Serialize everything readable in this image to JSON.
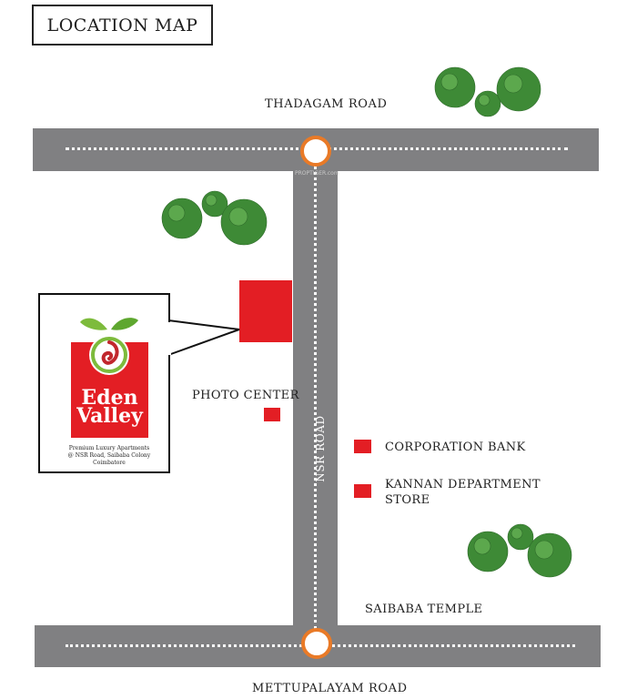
{
  "title": "LOCATION MAP",
  "roads": {
    "top": "THADAGAM ROAD",
    "bottom": "METTUPALAYAM ROAD",
    "vertical": "NSR ROAD"
  },
  "landmarks": {
    "photo_center": "PHOTO CENTER",
    "corporation_bank": "CORPORATION BANK",
    "kannan_line1": "KANNAN DEPARTMENT",
    "kannan_line2": "STORE",
    "saibaba_temple": "SAIBABA TEMPLE"
  },
  "callout": {
    "brand_line1": "Eden",
    "brand_line2": "Valley",
    "tagline1": "Premium Luxury Apartments",
    "tagline2": "@ NSR Road, Saibaba Colony",
    "tagline3": "Coimbatore"
  },
  "watermark": "PROPTIGER.com",
  "colors": {
    "road": "#808082",
    "marker": "#e31e24",
    "junction_ring": "#e97a27",
    "tree": "#3e8a36"
  }
}
